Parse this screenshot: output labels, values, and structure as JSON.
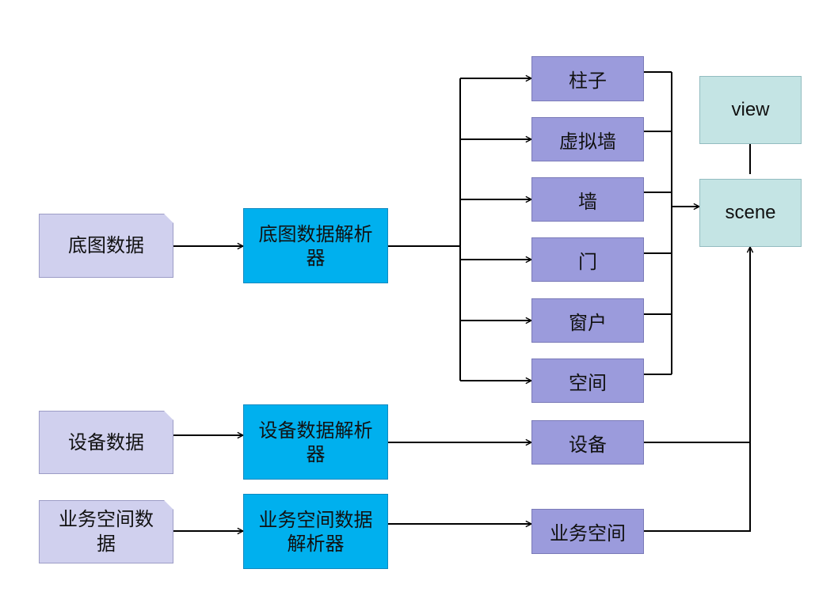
{
  "sources": {
    "basemap": "底图数据",
    "device": "设备数据",
    "biz_space": "业务空间数据"
  },
  "parsers": {
    "basemap": "底图数据解析器",
    "device": "设备数据解析器",
    "biz_space": "业务空间数据解析器"
  },
  "components": {
    "pillar": "柱子",
    "virtual_wall": "虚拟墙",
    "wall": "墙",
    "door": "门",
    "window": "窗户",
    "space": "空间",
    "device": "设备",
    "biz_space": "业务空间"
  },
  "output": {
    "scene": "scene",
    "view": "view"
  },
  "colors": {
    "source_fill": "#d0d0ee",
    "parser_fill": "#00b0ee",
    "component_fill": "#9b9bdc",
    "scene_fill": "#c4e4e4",
    "connector": "#000000"
  }
}
